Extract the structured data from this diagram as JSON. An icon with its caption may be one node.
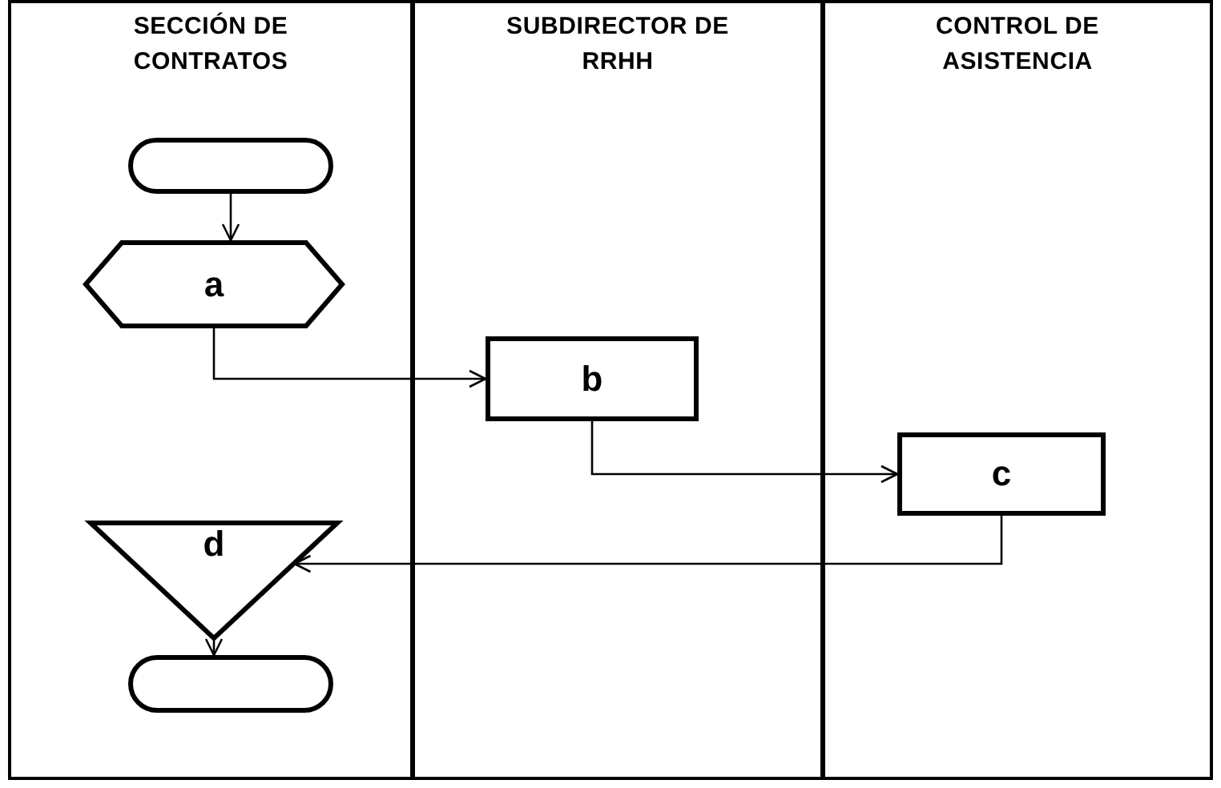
{
  "diagram": {
    "nodes": [
      {
        "text": [
          "SECCIÓN DE CONTRATOS"
        ]
      },
      {
        "text": [
          "SUBDIRECTOR DE RRHH"
        ]
      },
      {
        "text": [
          "CONTROL DE ASISTENCIA"
        ]
      },
      {
        "text": [],
        "shape": "terminator",
        "in": 0
      },
      {
        "text": [
          "a"
        ],
        "in": 0
      },
      {
        "text": [
          "b"
        ],
        "in": 1
      },
      {
        "text": [
          "c"
        ],
        "in": 2
      },
      {
        "text": [
          "d"
        ],
        "in": 0
      },
      {
        "text": [],
        "shape": "terminator",
        "in": 0
      }
    ],
    "edges": [
      {
        "from": 3,
        "to": 4,
        "arrow": "to"
      },
      {
        "from": 4,
        "to": 5,
        "arrow": "to"
      },
      {
        "from": 5,
        "to": 6,
        "arrow": "to"
      },
      {
        "from": 6,
        "to": 7,
        "arrow": "to"
      },
      {
        "from": 7,
        "to": 8,
        "arrow": "to"
      }
    ]
  }
}
